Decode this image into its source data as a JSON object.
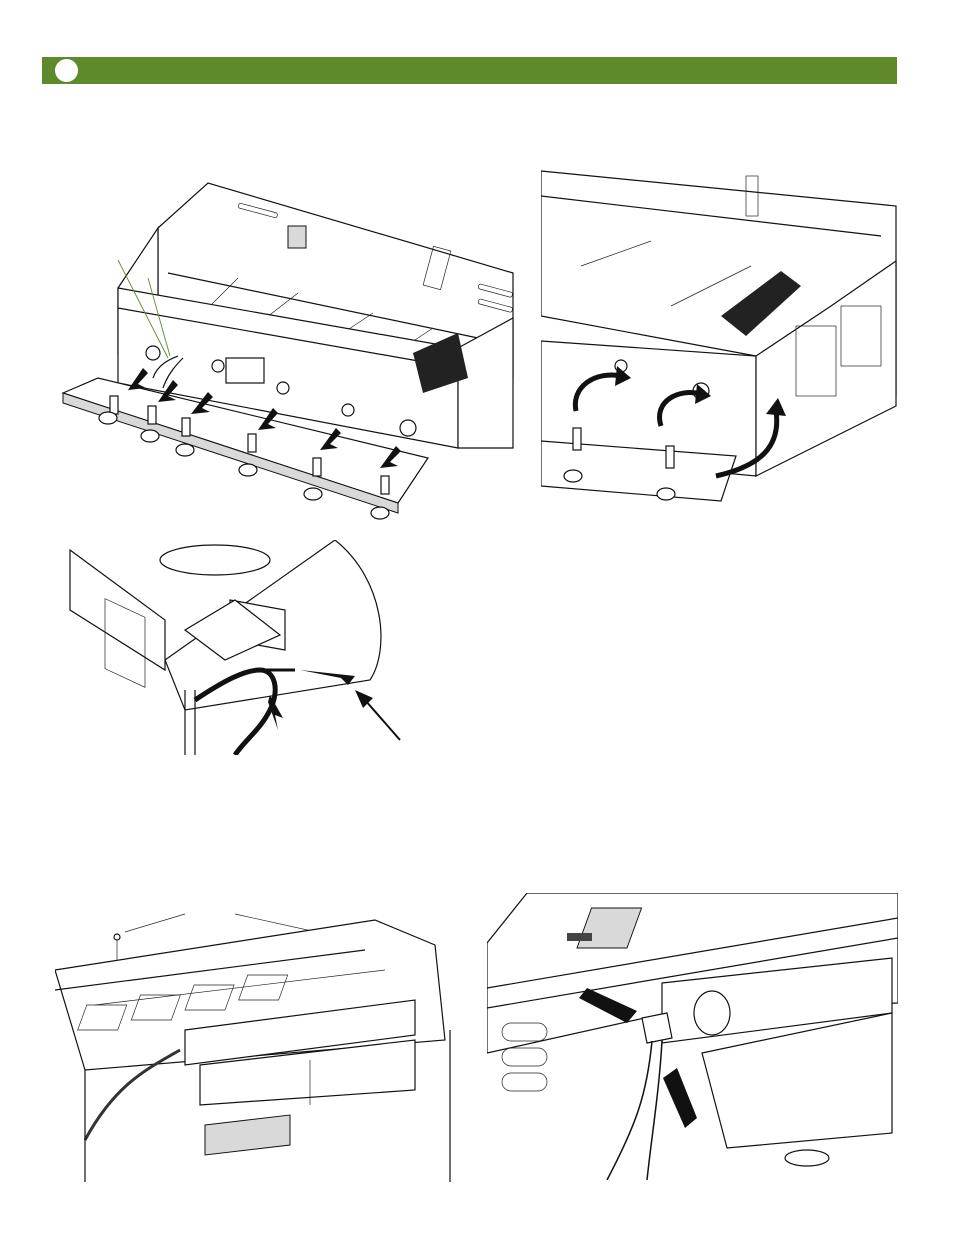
{
  "header": {
    "step_number": "",
    "title": "",
    "color": "#5e8a2c"
  },
  "figures": [
    {
      "name": "burner-valve-assembly",
      "icon": "gas-manifold-arrows"
    },
    {
      "name": "control-panel-attach",
      "icon": "curved-arrows"
    },
    {
      "name": "hose-routing",
      "icon": "hose-arrows"
    },
    {
      "name": "cabinet-top-screws",
      "icon": "screw-callouts"
    },
    {
      "name": "elbow-connection",
      "icon": "elbow-arrows"
    }
  ]
}
